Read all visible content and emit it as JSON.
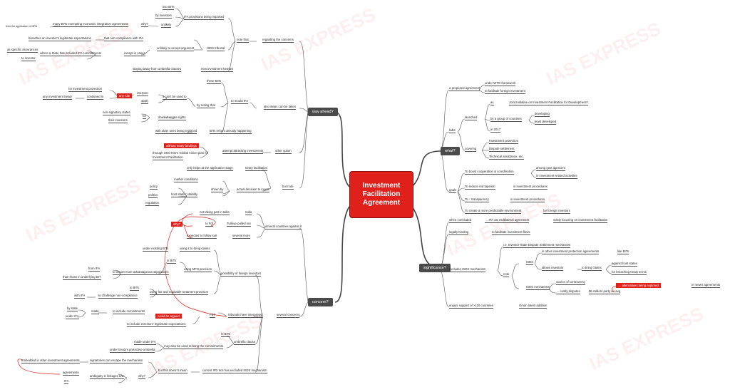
{
  "center": "Investment Facilitation Agreement",
  "watermark": "IAS EXPRESS",
  "branches": {
    "what": "what?",
    "significance": "significance?",
    "concerns": "concern?",
    "way_ahead": "way ahead?"
  },
  "what": {
    "proposed": "a proposed agreement",
    "under_wto": "under WTO framework",
    "facilitate_fi": "to facilitate foreign investment",
    "talks": "talks",
    "launched": "launched",
    "as": "as",
    "joint_initiative": "Joint Initiative on Investment Facilitation for Development?",
    "by_group": "by a group of countries",
    "developing": "developing",
    "least_developed": "least developed",
    "in_2017": "in 2017",
    "covering": "covering",
    "cov1": "Investment protection",
    "cov2": "Dispute settlement",
    "cov3": "Technical assistance, etc.",
    "goals": "goals",
    "g1": "To boost cooperation & coordination",
    "g1a": "among govt agencies",
    "g1b": "in investment-related activities",
    "g2": "To reduce red tapeism",
    "g2a": "in investment procedures",
    "g3": "To ↑ transparency",
    "g3a": "in investment procedures",
    "g4": "To create a more predictable environment",
    "g4a": "for foreign investors"
  },
  "significance": {
    "when_concluded": "when concluded",
    "first_multilateral": "→ IFA 1st multilateral agreement",
    "solely_focusing": "solely focusing on investment facilitation",
    "legally_binding": "legally binding",
    "facilitate_flows": "to facilitate investment flows",
    "excludes_isds": "excludes ISDS mechanism",
    "ie_isds": "i.e. Investor-State Dispute Settlement mechanism",
    "note": "note",
    "isds": "ISDS",
    "in_other": "in other investment protection agreements",
    "like_bits": "like BITs",
    "allows_investors": "allows investors",
    "to_bring_claims": "to bring claims",
    "against_host": "against host states",
    "for_breaching": "for breaching treaty terms",
    "isds_mechanism": "ISDS mechanism",
    "source_controversy": "source of controversy",
    "costly_disputes": "→ costly disputes",
    "five_million": "$6 million/ party on avg",
    "alternatives": "→ alternatives being explored",
    "newer_agreements": "in newer agreements",
    "enjoys_support": "enjoys support of >110 countries",
    "oman": "Oman latest addition"
  },
  "concerns": {
    "several_against": "several countries against it",
    "india": "India",
    "not_taking_part": "not taking part in talks",
    "turkiye": "Turkiye pulled out",
    "to_fdi": "to FdI",
    "expected_follow": "expected to follow suit",
    "several_more": "several more",
    "why": "why?",
    "several_concerns": "several concerns",
    "possibility_fi": "possibility of foreign investors",
    "using_it": "using it to bring claims",
    "under_existing_bits": "under existing BITs",
    "using_mfn": "using MFN provision",
    "in_bits": "in BITs",
    "import_adv": "to import more advantageous stipulations",
    "from_ifa": "from IFA",
    "than_those": "than those in underlying BIT",
    "using_fair": "using fair and equitable treatment provision",
    "in_bits2": "in BITs",
    "challenge_non": "to challenge non-compliance",
    "with_ifa": "with IFA",
    "fet": "FET",
    "tribunals": "tribunals have interpreted",
    "to_include": "to include commitments",
    "made": "made",
    "by_state": "by state",
    "under_ifa": "under IFA",
    "could_be_argued": "could be argued",
    "to_include_legit": "to include investors' legitimate expectations",
    "umbrella_clause": "umbrella clause",
    "in_bits3": "in BITs",
    "may_also": "may also be used to bring the commitments",
    "made_under_ifa": "made under IFA",
    "under_umbrella": "under treaty's protective umbrella",
    "current_ifd": "current IFD text has excluded ISDS mechanism",
    "but_this": "but this doesn't mean",
    "signatories": "signatories can escape the mechanism",
    "embedded": "embedded in other investment agreements",
    "why2": "why?",
    "ambiguity": "ambiguity in linkages b/w",
    "agreements": "agreements",
    "ifa": "IFA"
  },
  "way_ahead": {
    "regarding_concerns": "regarding the concerns",
    "note_that": "note that",
    "ifa_provisions": "IFA provisions being imported",
    "into_bits": "into BITs",
    "by_investors": "by investors",
    "unlikely": "unlikely",
    "why": "why?",
    "many_bits": "many BITs exempting economic integration agreements",
    "from_application": "from the application of MFN",
    "isds_tribunal": "ISDS tribunal",
    "unlikely_accept": "unlikely to accept argument",
    "that_non_compliance": "that non-compliance with IFA",
    "breaches": "breaches an investor's legitimate expectations",
    "except_in_cases": "except in cases",
    "where_state": "where a State has included IFA commitments",
    "as_specific": "as specific assurances",
    "to_investor": "to investor",
    "moving_away": "staying away from umbrella clauses",
    "new_treaties": "new investment treaties",
    "also_steps": "also steps can be taken",
    "to_mould": "to mould IFA",
    "by_noting": "by noting that",
    "these_bits": "these BITs",
    "it_cant_be": "it can't be used to",
    "interpret": "interpret",
    "apply": "apply",
    "any_rule": "any rule",
    "for_investment_protection": "for investment protection",
    "contained_in": "contained in",
    "any_investment_treaty": "any investment treaty",
    "doesnt_create": "doesn't create rights",
    "for": "for",
    "non_signatory": "non-signatory states",
    "their_investors": "their investors",
    "bits_reform": "BITs reform already happening",
    "older_ones": "with older ones being replaced",
    "other_option": "other option",
    "attempt_attracting": "attempt attracting investments",
    "without_treaty": "without treaty bindings",
    "through_unctad": "through UNCTAD's Global Action plan for",
    "investment_facilitation": "Investment Facilitation",
    "but_note": "but note",
    "treaty_facilitation": "treaty facilitation",
    "only_helps": "only helps at the application stage",
    "actual_decision": "actual decision to invest",
    "driven_by": "driven by",
    "market_conditions": "market conditions",
    "host_states": "host states' stability",
    "policy": "policy",
    "politics": "politics",
    "regulation": "regulation"
  },
  "colors": {
    "accent": "#e0201b",
    "branch": "#4a4a4a",
    "line": "#555555"
  }
}
